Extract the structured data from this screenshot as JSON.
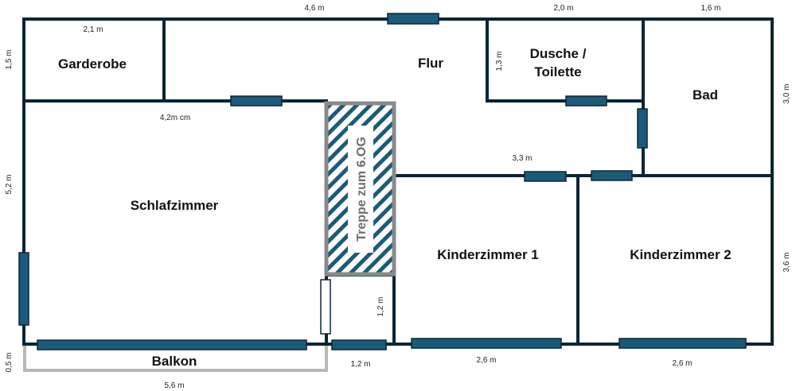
{
  "rooms": {
    "garderobe": "Garderobe",
    "flur": "Flur",
    "dusche_line1": "Dusche /",
    "dusche_line2": "Toilette",
    "bad": "Bad",
    "schlafzimmer": "Schlafzimmer",
    "kinderzimmer1": "Kinderzimmer 1",
    "kinderzimmer2": "Kinderzimmer 2",
    "balkon": "Balkon"
  },
  "stairs": "Treppe zum 6.OG",
  "dimensions": {
    "top_flur": "4,6 m",
    "top_dusche": "2,0 m",
    "top_bad": "1,6 m",
    "garderobe_width": "2,1 m",
    "garderobe_height": "1,5 m",
    "dusche_height": "1,3 m",
    "bad_height": "3,0 m",
    "schlaf_width": "4,2m cm",
    "schlaf_height": "5,2 m",
    "corridor_width": "3,3 m",
    "kinder_height": "3,6 m",
    "small_height": "1,2 m",
    "small_width": "1,2 m",
    "kinder1_width": "2,6 m",
    "kinder2_width": "2,6 m",
    "balkon_depth": "0,5 m",
    "balkon_width": "5,6 m"
  },
  "colors": {
    "wall": "#0d2533",
    "window": "#1b5b7a",
    "stair_hatch": "#1b5b7a",
    "stair_border": "#8a8a8a",
    "balkon_rail": "#b8b8b8"
  }
}
